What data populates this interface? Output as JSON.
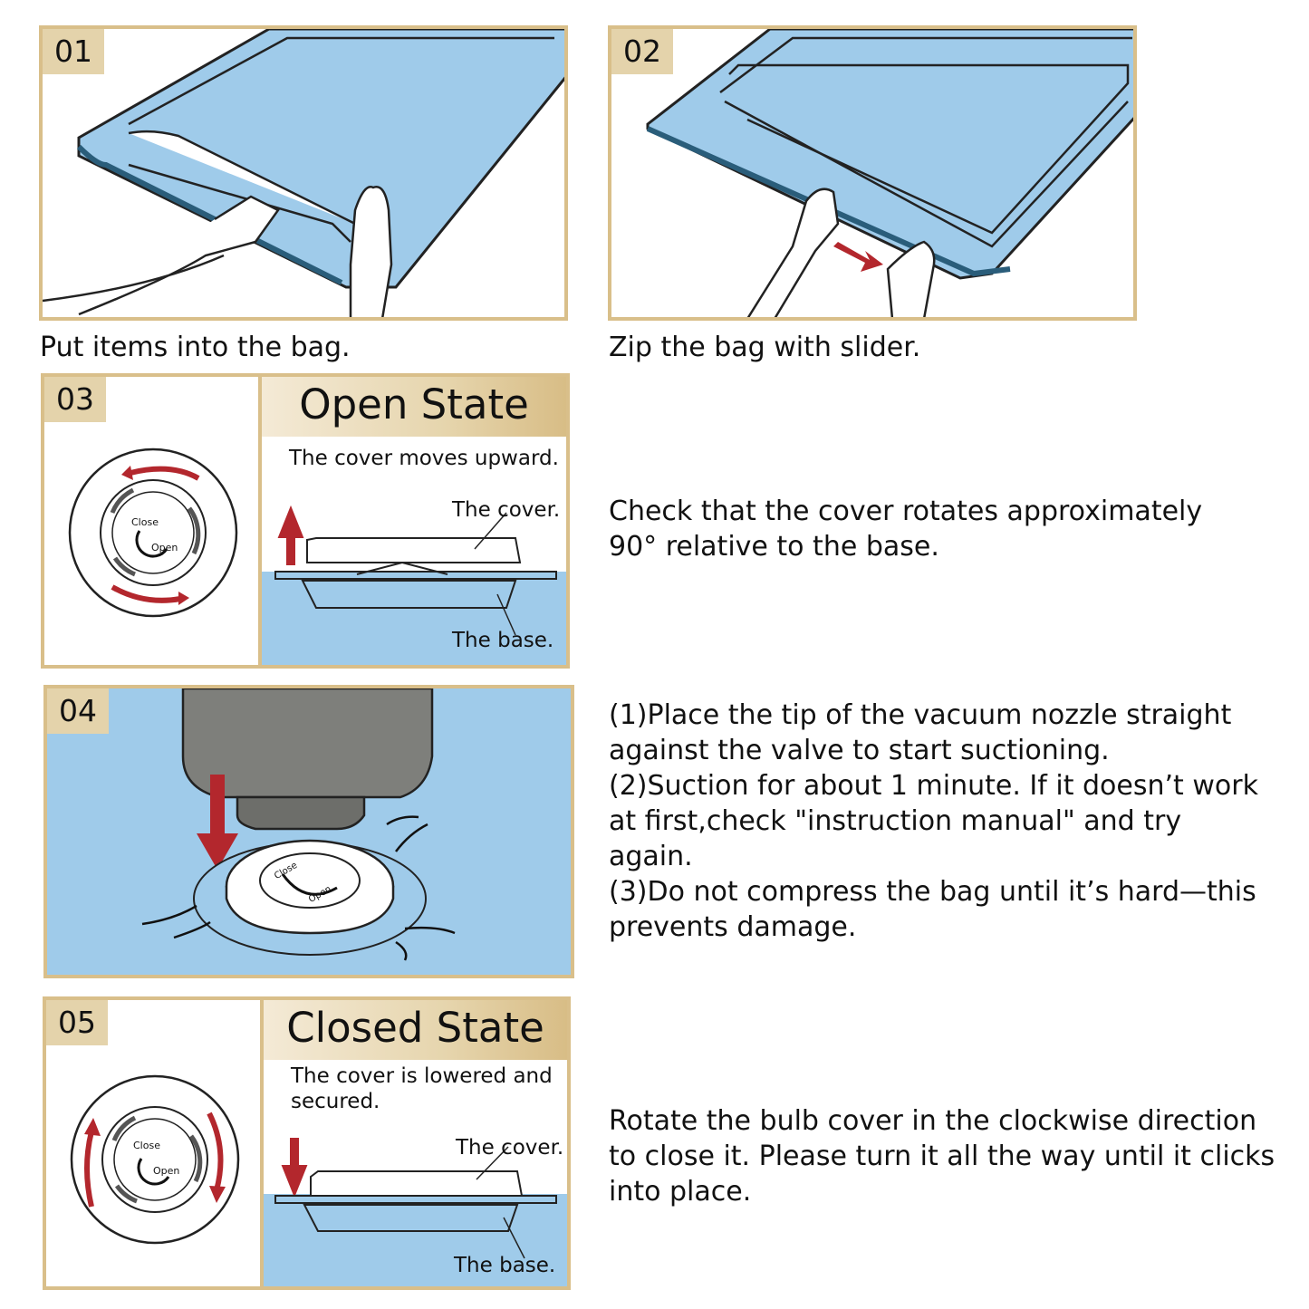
{
  "steps": [
    {
      "number": "01",
      "caption": "Put items into the bag."
    },
    {
      "number": "02",
      "caption": "Zip the bag with slider."
    },
    {
      "number": "03",
      "title": "Open State",
      "subtitle": "The cover moves upward.",
      "cover_label": "The cover.",
      "base_label": "The base.",
      "dial_close": "Close",
      "dial_open": "Open",
      "caption": "Check that the cover rotates approximately\n90° relative to the base."
    },
    {
      "number": "04",
      "dial_close": "Close",
      "dial_open": "Open",
      "caption": "(1)Place the tip of the vacuum nozzle straight\nagainst the valve to start suctioning.\n(2)Suction for about 1 minute. If it doesn’t work\nat first,check \"instruction manual\" and try\nagain.\n(3)Do not compress the bag until it’s hard—this\nprevents damage."
    },
    {
      "number": "05",
      "title": "Closed State",
      "subtitle": "The cover is lowered and\nsecured.",
      "cover_label": "The cover.",
      "base_label": "The base.",
      "dial_close": "Close",
      "dial_open": "Open",
      "caption": "Rotate the bulb cover in the clockwise direction\nto close it. Please turn it all the way until it clicks\ninto place."
    }
  ],
  "colors": {
    "frame": "#d9bf8a",
    "badge": "#e4d3ab",
    "bag_blue": "#9fcbea",
    "arrow_red": "#b3272d",
    "nozzle_gray": "#7e7f7b"
  }
}
